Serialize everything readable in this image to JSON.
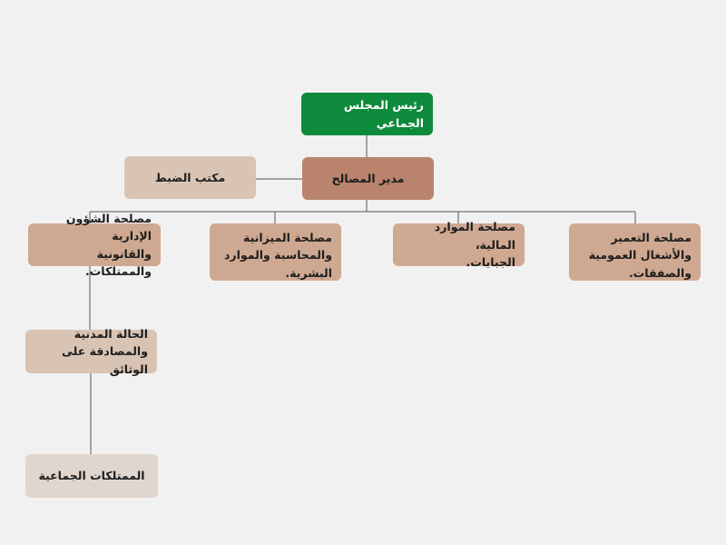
{
  "org_chart": {
    "president": "رئيس المجلس الجماعي",
    "director": "مدير المصالح",
    "control_office": "مكتب الضبط",
    "services": [
      "مصلحة التعمير\nوالأشغال العمومية\nوالصفقات.",
      "مصلحة الموارد المالية،\nالجبايات.",
      "مصلحة الميزانية\nوالمحاسبة والموارد\nالبشرية.",
      "مصلحة الشؤون الإدارية\nوالقانونية والممتلكات."
    ],
    "sub_units": [
      "الحالة المدنية\nوالمصادقة على الوثائق",
      "الممتلكات الجماعية"
    ]
  },
  "colors": {
    "background": "#f1f1f1",
    "president": "#0e8a3c",
    "director": "#b9836d",
    "service": "#cfa891",
    "office": "#d9c4b4",
    "sub_unit": "#e1d6ce",
    "connector": "#555555"
  }
}
